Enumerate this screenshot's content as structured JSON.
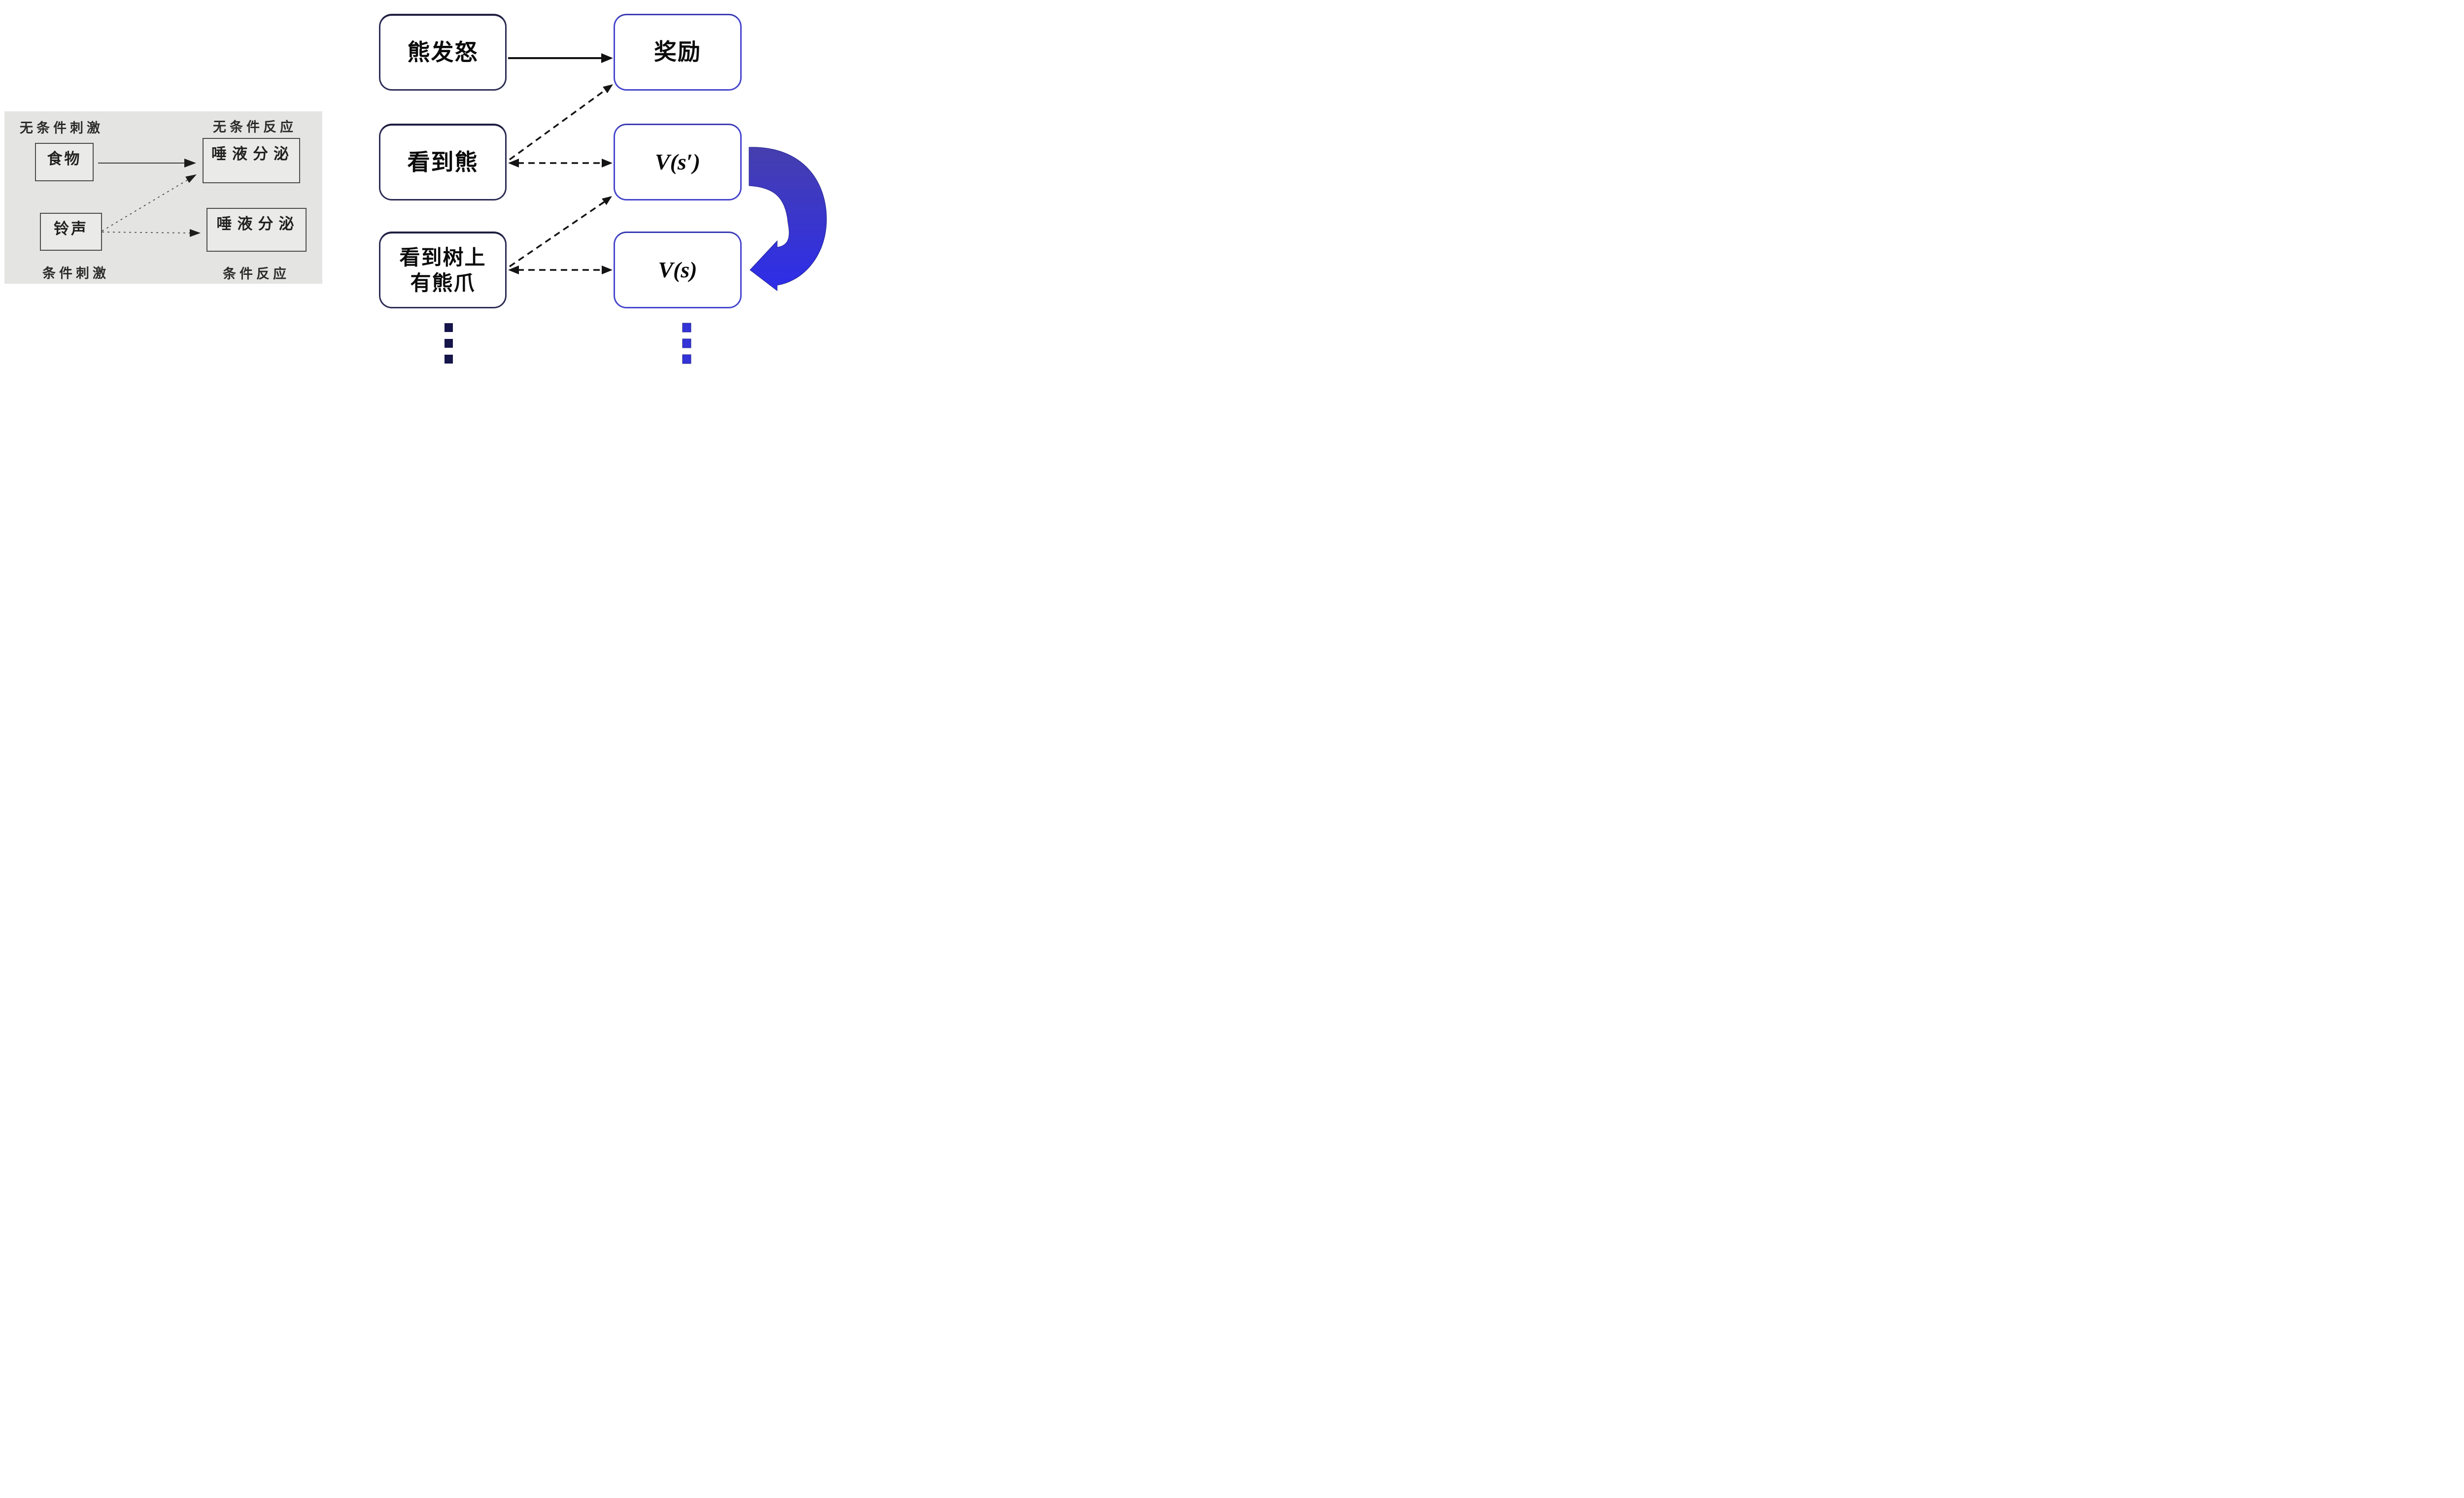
{
  "left_panel": {
    "labels": {
      "top_left": "无条件刺激",
      "top_right": "无条件反应",
      "bottom_left": "条件刺激",
      "bottom_right": "条件反应"
    },
    "boxes": {
      "food": "食物",
      "bell": "铃声",
      "saliva_upper": "唾液分泌",
      "saliva_lower": "唾液分泌"
    },
    "colors": {
      "panel_bg": "#e4e4e2",
      "box_border": "#4c4c4c",
      "text": "#2c2c2c",
      "arrow": "#3f3f3f"
    }
  },
  "right_diagram": {
    "stimulus_boxes": [
      {
        "label": "熊发怒"
      },
      {
        "label": "看到熊"
      },
      {
        "label": "看到树上有熊爪",
        "line1": "看到树上",
        "line2": "有熊爪"
      }
    ],
    "value_boxes": [
      {
        "label": "奖励"
      },
      {
        "label": "V(s′)"
      },
      {
        "label": "V(s)"
      }
    ],
    "colors": {
      "stimulus_border": "#2c2c54",
      "value_border": "#4646ce",
      "solid_arrow": "#111111",
      "dashed_arrow": "#141414",
      "loop_arrow_top": "#463fae",
      "loop_arrow_bottom": "#2d2dea",
      "ellipsis_left": "#15154a",
      "ellipsis_right": "#3333d8"
    }
  }
}
